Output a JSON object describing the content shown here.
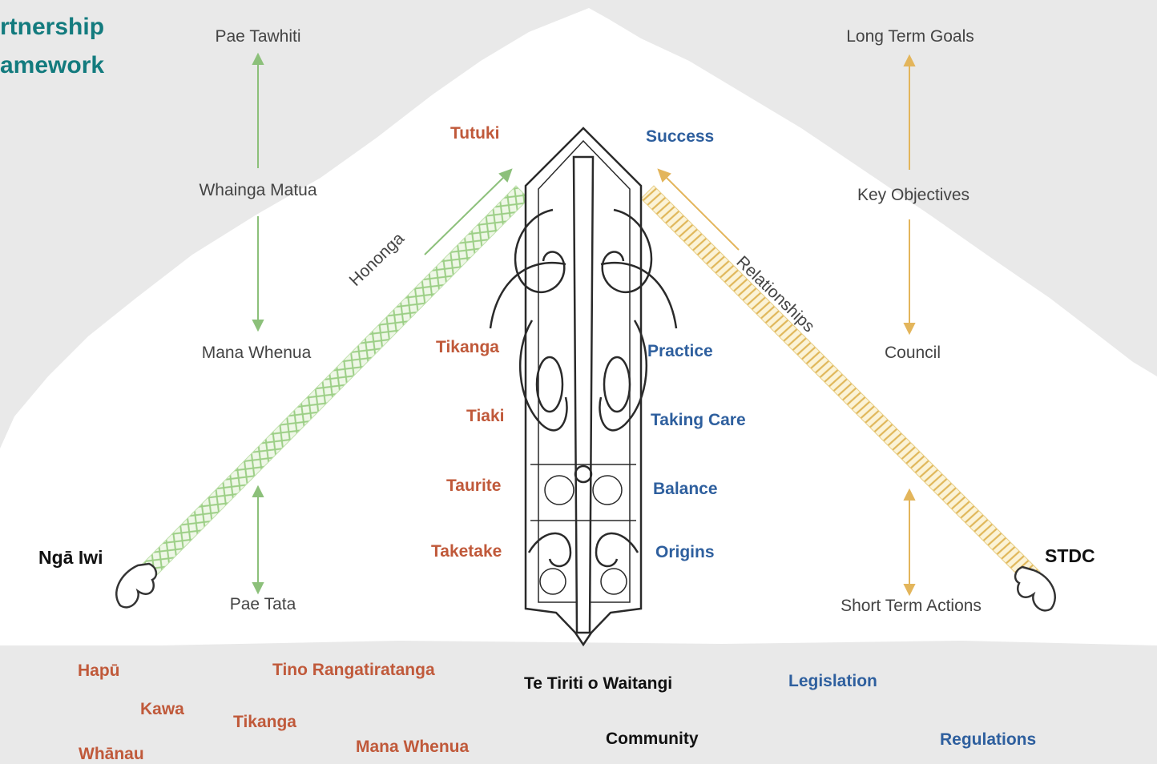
{
  "title": {
    "line1": "rtnership",
    "line2": "amework"
  },
  "maori_axis": {
    "top": "Pae Tawhiti",
    "mid_upper": "Whainga Matua",
    "mid_lower": "Mana Whenua",
    "bottom": "Pae Tata",
    "color": "#8cc07a"
  },
  "council_axis": {
    "top": "Long Term Goals",
    "mid_upper": "Key Objectives",
    "mid_lower": "Council",
    "bottom": "Short Term Actions",
    "color": "#e3b55b"
  },
  "ropes": {
    "left_label": "Hononga",
    "right_label": "Relationships",
    "left_color": "#d6ecc8",
    "right_color": "#f1dc9e"
  },
  "parties": {
    "left": "Ngā Iwi",
    "right": "STDC"
  },
  "values_maori": [
    "Tutuki",
    "Tikanga",
    "Tiaki",
    "Taurite",
    "Taketake"
  ],
  "values_english": [
    "Success",
    "Practice",
    "Taking Care",
    "Balance",
    "Origins"
  ],
  "foundation": {
    "maori_terms": [
      "Hapū",
      "Kawa",
      "Whānau",
      "Tino Rangatiratanga",
      "Tikanga",
      "Mana Whenua"
    ],
    "shared_terms": [
      "Te Tiriti o Waitangi",
      "Community"
    ],
    "council_terms": [
      "Legislation",
      "Regulations"
    ]
  },
  "colors": {
    "maori": "#c0593a",
    "english": "#2e5f9e",
    "mountain": "#ffffff",
    "background": "#e9e9e9"
  }
}
